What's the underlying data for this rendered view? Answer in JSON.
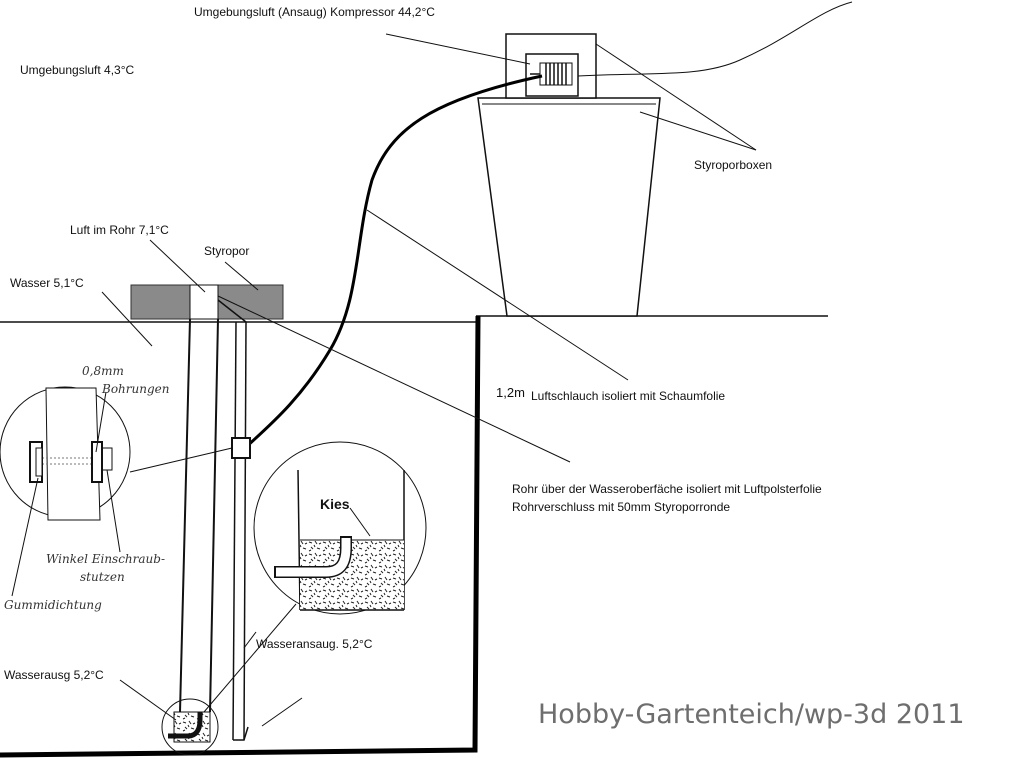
{
  "labels": {
    "compressor_air": "Umgebungsluft (Ansaug) Kompressor 44,2°C",
    "ambient_air": "Umgebungsluft 4,3°C",
    "styrofoam_boxes": "Styroporboxen",
    "air_in_pipe": "Luft im Rohr 7,1°C",
    "styrofoam": "Styropor",
    "water": "Wasser 5,1°C",
    "depth": "1,2m",
    "air_hose": "Luftschlauch isoliert mit Schaumfolie",
    "pipe_note_1": "Rohr über der Wasseroberfäche  isoliert mit Luftpolsterfolie",
    "pipe_note_2": "Rohrverschluss mit 50mm Styroporronde",
    "holes_1": "0,8mm",
    "holes_2": "Bohrungen",
    "angle_fitting_1": "Winkel Einschraub-",
    "angle_fitting_2": "stutzen",
    "rubber_seal": "Gummidichtung",
    "gravel": "Kies",
    "water_intake": "Wasseransaug. 5,2°C",
    "water_outlet": "Wasserausg 5,2°C",
    "watermark": "Hobby-Gartenteich/wp-3d 2011"
  },
  "colors": {
    "ink": "#111111",
    "styrofoam_fill": "#8a8a8a",
    "watermark": "#6e6e6e"
  }
}
